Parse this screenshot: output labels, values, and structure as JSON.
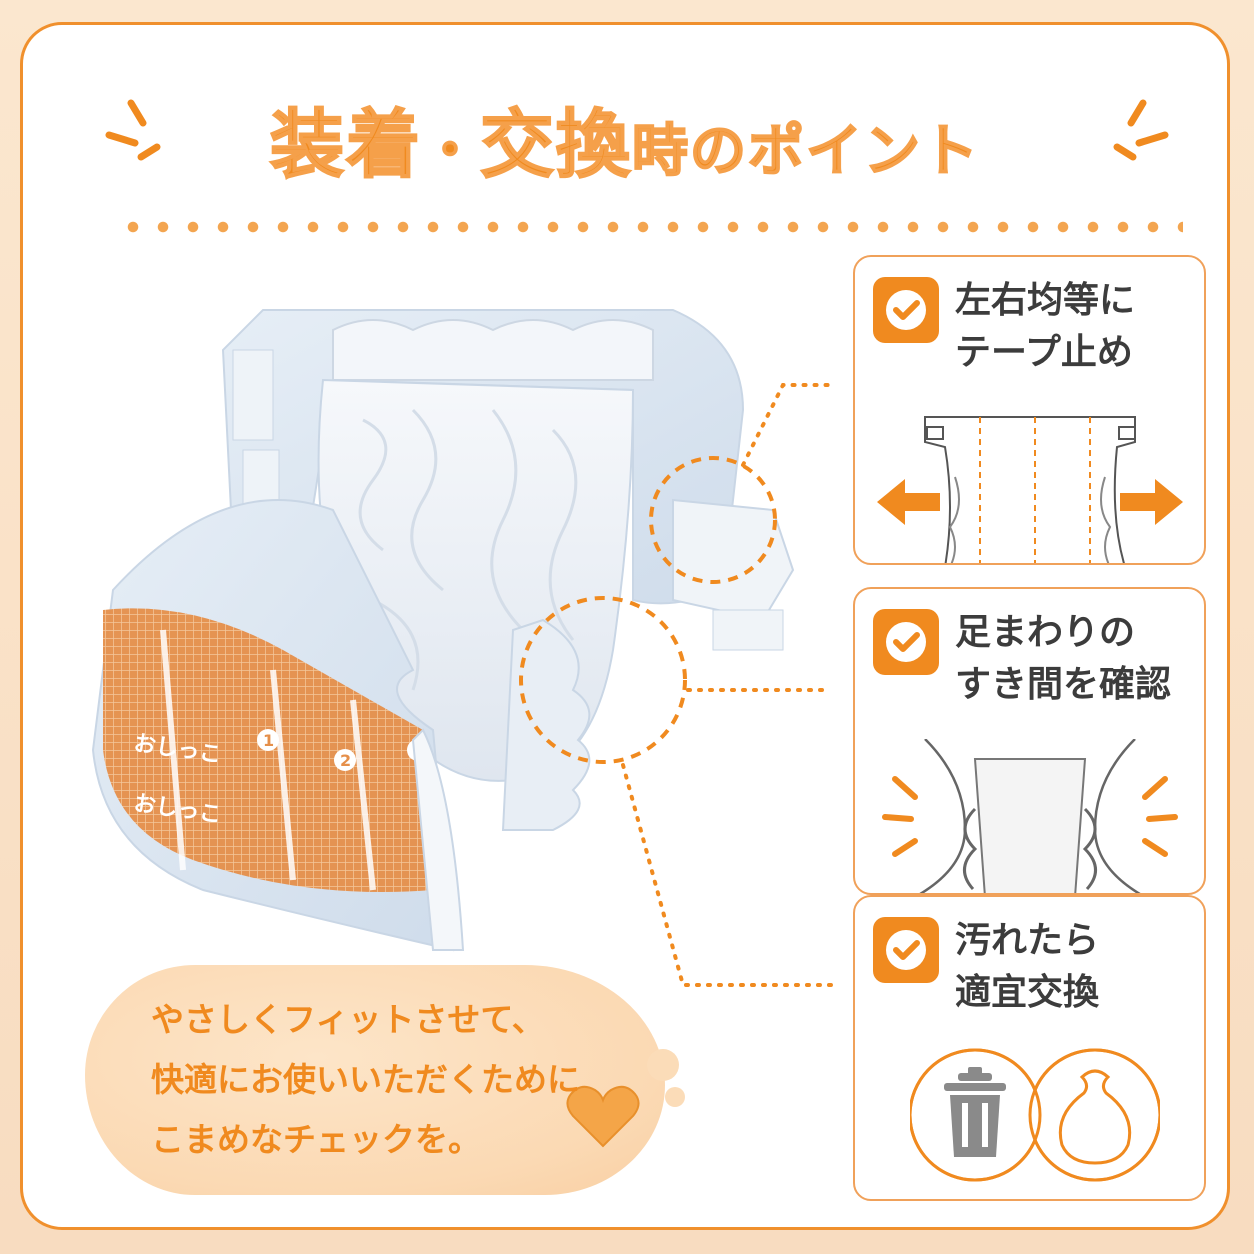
{
  "title": {
    "part1": "装着",
    "separator": "・",
    "part2": "交換",
    "part3": "時のポイント"
  },
  "cards": [
    {
      "line1": "左右均等に",
      "line2": "テープ止め"
    },
    {
      "line1": "足まわりの",
      "line2": "すき間を確認"
    },
    {
      "line1": "汚れたら",
      "line2": "適宜交換"
    }
  ],
  "diaper_print": {
    "label1": "おしっこ",
    "label2": "おしっこ",
    "num1": "1",
    "num2": "2",
    "num3": "3"
  },
  "message": {
    "line1": "やさしくフィットさせて、",
    "line2": "快適にお使いいただくために",
    "line3": "こまめなチェックを。"
  },
  "colors": {
    "accent": "#f08a1f",
    "border": "#f0a15a",
    "text": "#3c3c3c"
  },
  "icons": [
    "check-icon",
    "arrow-left-icon",
    "arrow-right-icon",
    "trash-can-icon",
    "garbage-bag-icon",
    "heart-icon"
  ]
}
